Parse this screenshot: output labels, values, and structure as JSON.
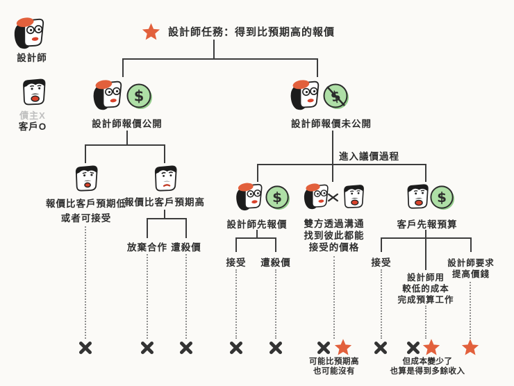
{
  "palette": {
    "accent_orange": "#E2603C",
    "coin_green": "#AEDFA6",
    "coin_shadow_green": "#93CD8C",
    "line_dark": "#3c3c3c",
    "text": "#2d2d2d",
    "muted_gray": "#BFBFBF",
    "dotted_gray": "#8d8d8d",
    "background": "#FBFAF7",
    "mouth_red": "#D8422B"
  },
  "icons": {
    "title_star": "star-icon",
    "designer_avatar": "designer-face-icon",
    "client_avatar": "client-face-icon",
    "money": "dollar-coin-icon",
    "money_hidden": "dollar-coin-crossed-icon",
    "exchange": "exchange-icon",
    "fail": "x-mark-icon",
    "win": "star-icon"
  },
  "legend": {
    "designer": "設計師",
    "creditor": "債主X",
    "client": "客戶O"
  },
  "title": {
    "text": "設計師任務：得到比預期高的報價"
  },
  "nodes": {
    "quote_public": "設計師報價公開",
    "quote_private": "設計師報價未公開",
    "negotiation": "進入議價過程",
    "lower_l1": "報價比客戶預期低",
    "lower_l2": "或者可接受",
    "higher": "報價比客戶預期高",
    "abandon": "放棄合作",
    "slashed1": "遭殺價",
    "designer_first": "設計師先報價",
    "accept1": "接受",
    "slashed2": "遭殺價",
    "comm_l1": "雙方透過溝通",
    "comm_l2": "找到彼此都能",
    "comm_l3": "接受的價格",
    "client_first": "客戶先報預算",
    "accept2": "接受",
    "lowcost_l1": "設計師用",
    "lowcost_l2": "較低的成本",
    "lowcost_l3": "完成預算工作",
    "raise_l1": "設計師要求",
    "raise_l2": "提高價錢"
  },
  "captions": {
    "maybe_l1": "可能比預期高",
    "maybe_l2": "也可能沒有",
    "surplus_l1": "但成本變少了",
    "surplus_l2": "也算是得到多餘收入"
  }
}
